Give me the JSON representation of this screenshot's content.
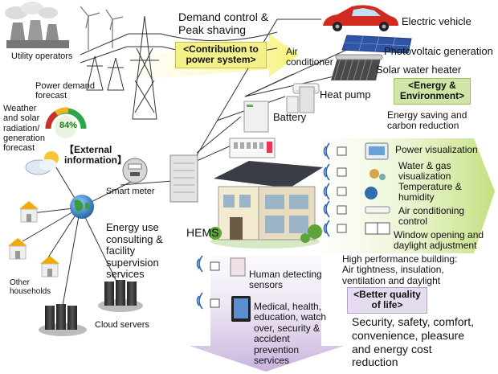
{
  "labels": {
    "utility_operators": "Utility operators",
    "demand_control": "Demand control &\nPeak shaving",
    "power_demand_forecast": "Power demand\nforecast",
    "gauge_value": "84",
    "gauge_unit": "%",
    "weather_forecast": "Weather\nand solar\nradiation/\ngeneration\nforecast",
    "external_information": "【External\ninformation】",
    "smart_meter": "Smart meter",
    "hems": "HEMS",
    "energy_use_consulting": "Energy use\nconsulting &\nfacility\nsupervision\nservices",
    "other_households": "Other\nhouseholds",
    "cloud_servers": "Cloud servers",
    "electric_vehicle": "Electric vehicle",
    "photovoltaic_generation": "Photovoltaic generation",
    "air_conditioner": "Air\nconditioner",
    "solar_water_heater": "Solar water heater",
    "heat_pump": "Heat pump",
    "battery": "Battery",
    "energy_saving": "Energy saving and\ncarbon reduction",
    "power_visualization": "Power visualization",
    "water_gas_visualization": "Water & gas\nvisualization",
    "temperature_humidity": "Temperature &\nhumidity",
    "air_conditioning_control": "Air conditioning\ncontrol",
    "window_opening": "Window opening and\ndaylight adjustment",
    "high_performance_building": "High performance building:\nAir tightness, insulation,\nventilation and daylight",
    "human_detecting_sensors": "Human detecting\nsensors",
    "medical_services": "Medical, health,\neducation, watch\nover, security &\naccident\nprevention\nservices",
    "quality_benefits": "Security, safety, comfort,\nconvenience, pleasure\nand energy cost\nreduction"
  },
  "badges": {
    "contribution": "<Contribution to\npower system>",
    "energy_environment": "<Energy &\nEnvironment>",
    "better_quality": "<Better quality\nof life>"
  },
  "colors": {
    "yellow_badge": "#f4f08a",
    "green_badge": "#cfe6a6",
    "lavender_badge": "#e6dcef",
    "green_arrow": "#c3e07e",
    "lavender_arrow": "#c8b2dc",
    "car": "#d22a1e",
    "globe": "#2f7fc0",
    "house_walls": "#f3ead0",
    "roof": "#3a3d44"
  },
  "icons": [
    "power-plant-icon",
    "wind-turbine-icon",
    "transmission-tower-icon",
    "car-icon",
    "solar-panel-icon",
    "solar-water-heater-icon",
    "air-conditioner-icon",
    "heat-pump-icon",
    "battery-icon",
    "distribution-board-icon",
    "smart-meter-icon",
    "hems-unit-icon",
    "globe-icon",
    "house-icon",
    "server-icon",
    "wireless-signal-icon",
    "tablet-icon",
    "weather-icon",
    "gauge-icon"
  ]
}
